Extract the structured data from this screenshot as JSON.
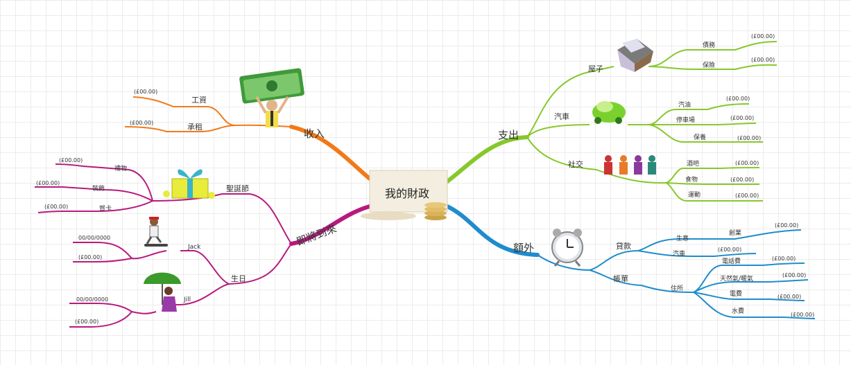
{
  "center": {
    "title": "我的財政"
  },
  "income": {
    "label": "收入",
    "color": "#f07a1a",
    "items": [
      {
        "label": "工資",
        "value": "(£00.00)"
      },
      {
        "label": "承租",
        "value": "(£00.00)"
      }
    ]
  },
  "expenses": {
    "label": "支出",
    "color": "#86c82a",
    "house": {
      "label": "屋子",
      "items": [
        {
          "label": "債務",
          "value": "(£00.00)"
        },
        {
          "label": "保險",
          "value": "(£00.00)"
        }
      ]
    },
    "car": {
      "label": "汽車",
      "items": [
        {
          "label": "汽油",
          "value": "(£00.00)"
        },
        {
          "label": "停車場",
          "value": "(£00.00)"
        },
        {
          "label": "保養",
          "value": "(£00.00)"
        }
      ]
    },
    "social": {
      "label": "社交",
      "items": [
        {
          "label": "酒吧",
          "value": "(£00.00)"
        },
        {
          "label": "食物",
          "value": "(£00.00)"
        },
        {
          "label": "運動",
          "value": "(£00.00)"
        }
      ]
    }
  },
  "extras": {
    "label": "額外",
    "color": "#1f8ccc",
    "loans": {
      "label": "貸款",
      "items": [
        {
          "label": "生意",
          "sub": "創業",
          "value": "(£00.00)"
        },
        {
          "label": "汽車",
          "value": "(£00.00)"
        }
      ]
    },
    "bills": {
      "label": "帳單",
      "home": {
        "label": "住所",
        "items": [
          {
            "label": "電話費",
            "value": "(£00.00)"
          },
          {
            "label": "天然氣/暖氣",
            "value": "(£00.00)"
          },
          {
            "label": "電費",
            "value": "(£00.00)"
          },
          {
            "label": "水費",
            "value": "(£00.00)"
          }
        ]
      }
    }
  },
  "upcoming": {
    "label": "即將到來",
    "color": "#b8197e",
    "christmas": {
      "label": "聖誕節",
      "items": [
        {
          "label": "禮物",
          "value": "(£00.00)"
        },
        {
          "label": "裝飾",
          "value": "(£00.00)"
        },
        {
          "label": "賀卡",
          "value": "(£00.00)"
        }
      ]
    },
    "birthday": {
      "label": "生日",
      "people": [
        {
          "name": "Jack",
          "date": "00/00/0000",
          "value": "(£00.00)"
        },
        {
          "name": "Jill",
          "date": "00/00/0000",
          "value": "(£00.00)"
        }
      ]
    }
  }
}
